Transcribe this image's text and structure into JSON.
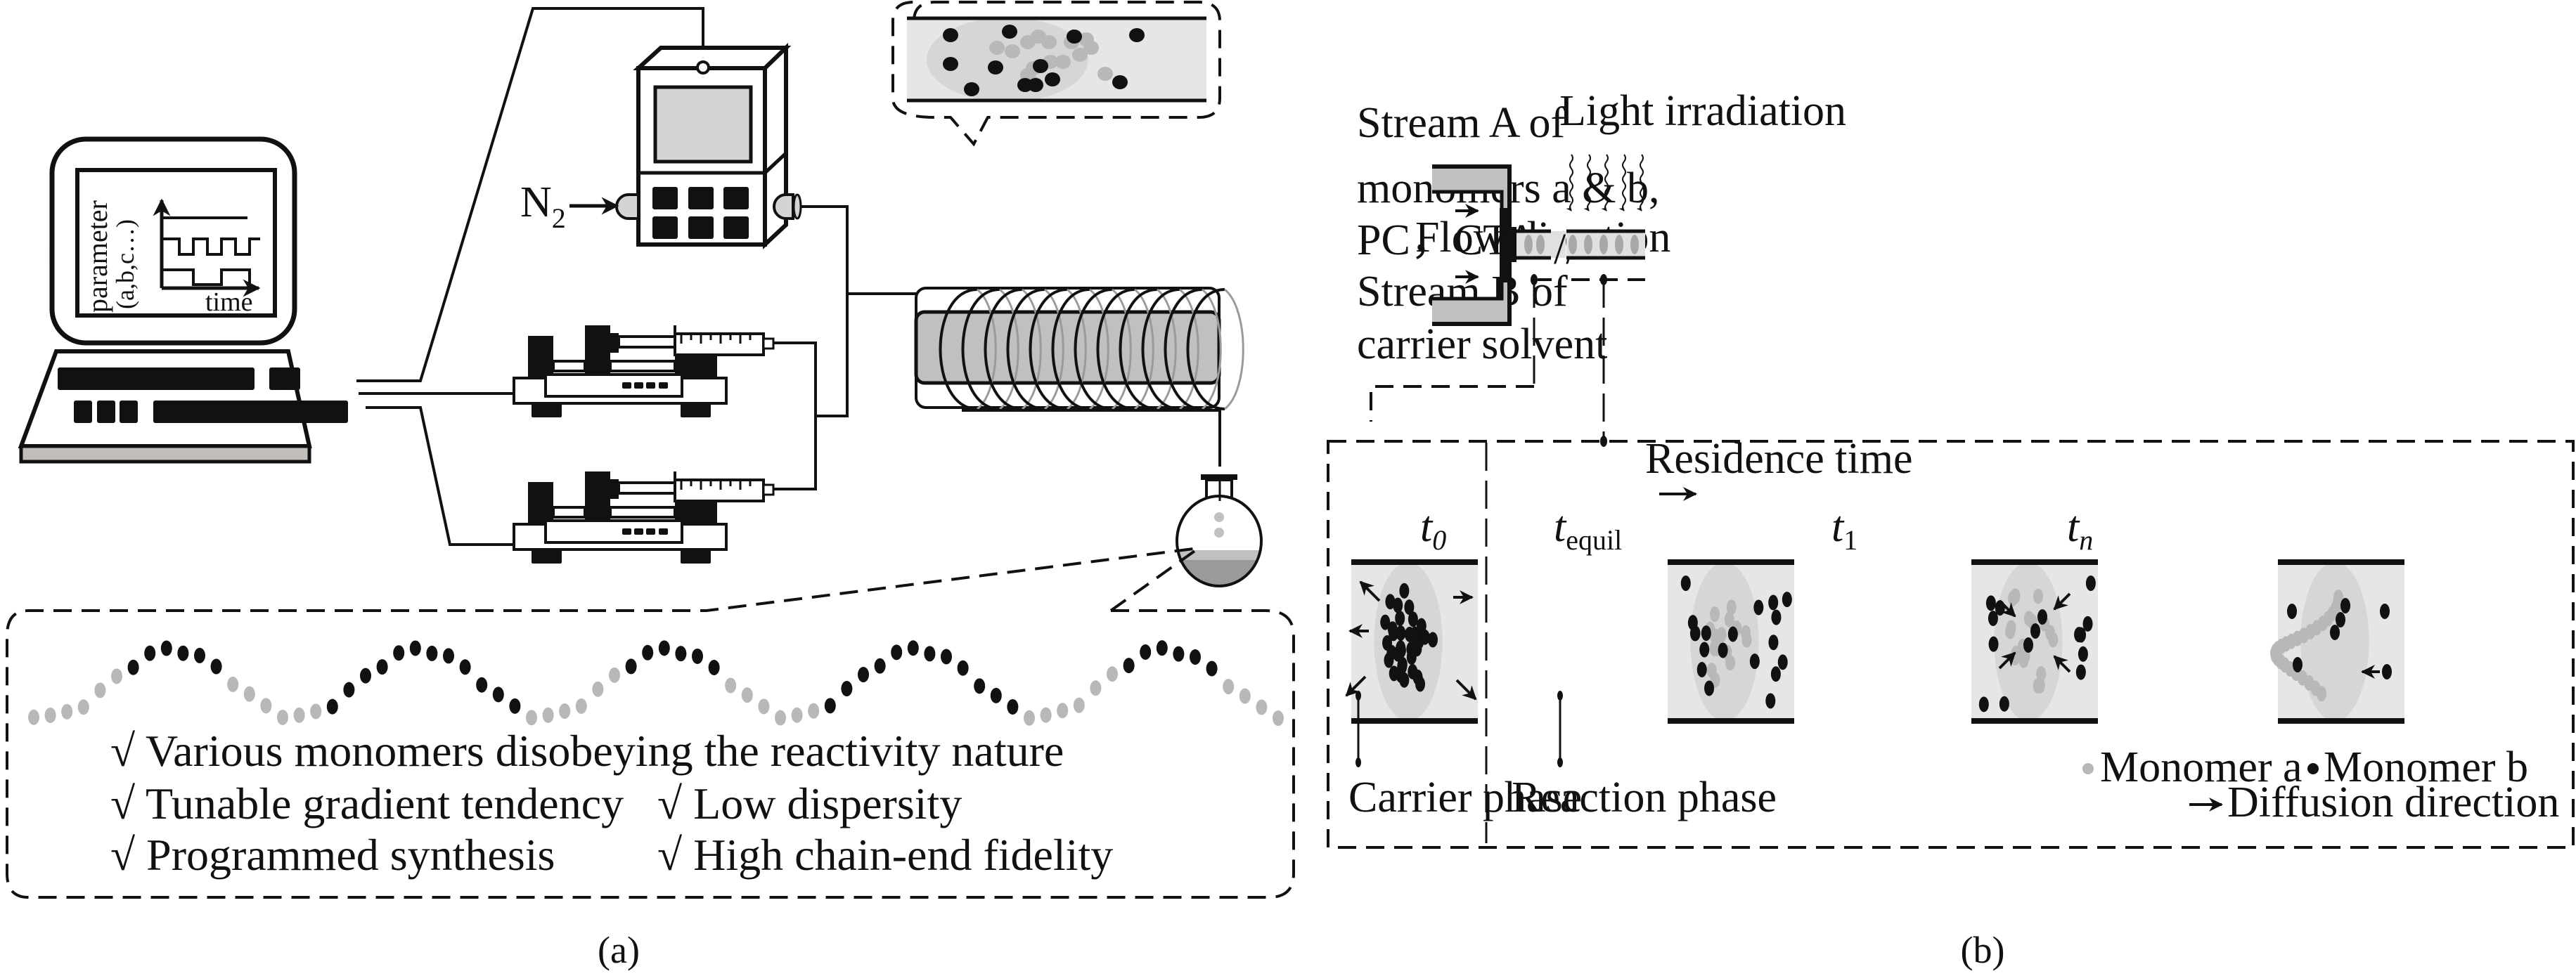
{
  "panel_a": {
    "caption": "(a)",
    "computer_screen": {
      "y_label": "parameter",
      "y_label_sub": "(a,b,c…)",
      "x_label": "time"
    },
    "gas_label": "N",
    "gas_subscript": "2",
    "features": [
      "√ Various monomers disobeying the reactivity nature",
      "√ Tunable gradient tendency",
      "√ Low dispersity",
      "√ Programmed synthesis",
      "√ High chain-end fidelity"
    ]
  },
  "panel_b": {
    "caption": "(b)",
    "stream_text": [
      "Stream A of",
      "monomers a & b,",
      "PC，CTA",
      "Stream B of",
      "carrier solvent"
    ],
    "flow_direction": "Flow direction",
    "light_irradiation": "Light irradiation",
    "residence_time": "Residence time",
    "stages": [
      {
        "t": "t",
        "sub": "0"
      },
      {
        "t": "t",
        "sub": "equil"
      },
      {
        "t": "t",
        "sub": "1"
      },
      {
        "t": "t",
        "sub": "n"
      }
    ],
    "carrier_phase": "Carrier phase",
    "reaction_phase": "Reaction phase",
    "legend": {
      "monomer_a": "Monomer a",
      "monomer_b": "Monomer b",
      "diffusion": "Diffusion direction"
    }
  },
  "colors": {
    "ink": "#111111",
    "monomer_a": "#b8b8b8",
    "monomer_b": "#111111",
    "tube_fill": "#e6e6e6",
    "droplet": "#d6d6d6",
    "coil_core": "#c0c0c0",
    "screen_gray": "#d4d4d4",
    "base_gray": "#c3bdb9"
  }
}
